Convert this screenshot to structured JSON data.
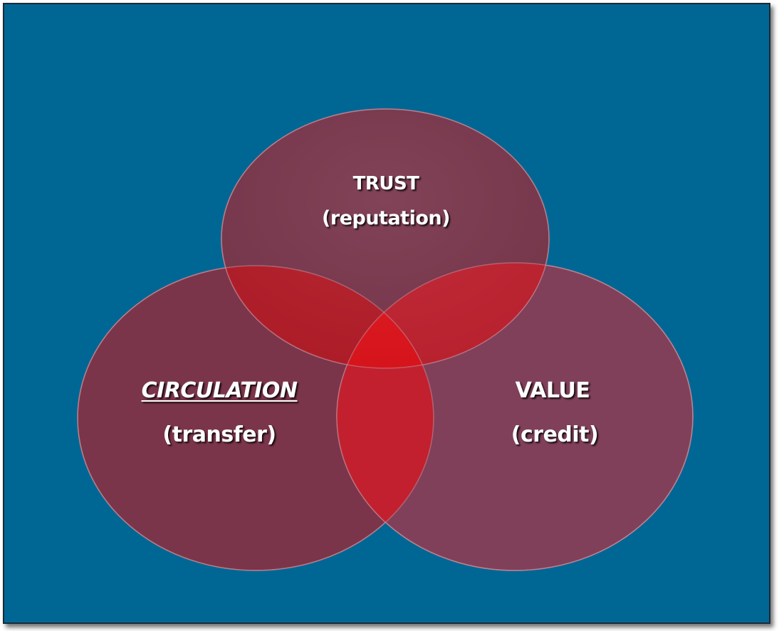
{
  "diagram": {
    "circles": [
      {
        "id": "trust",
        "title": "TRUST",
        "subtitle": "(reputation)"
      },
      {
        "id": "circulation",
        "title": "CIRCULATION",
        "subtitle": "(transfer)"
      },
      {
        "id": "value",
        "title": "VALUE",
        "subtitle": "(credit)"
      }
    ]
  },
  "colors": {
    "background": "#006795",
    "circle_fill": "#7d3a4e",
    "overlap_fill": "#c0202c",
    "center_fill": "#e0141c",
    "text": "#ffffff"
  }
}
